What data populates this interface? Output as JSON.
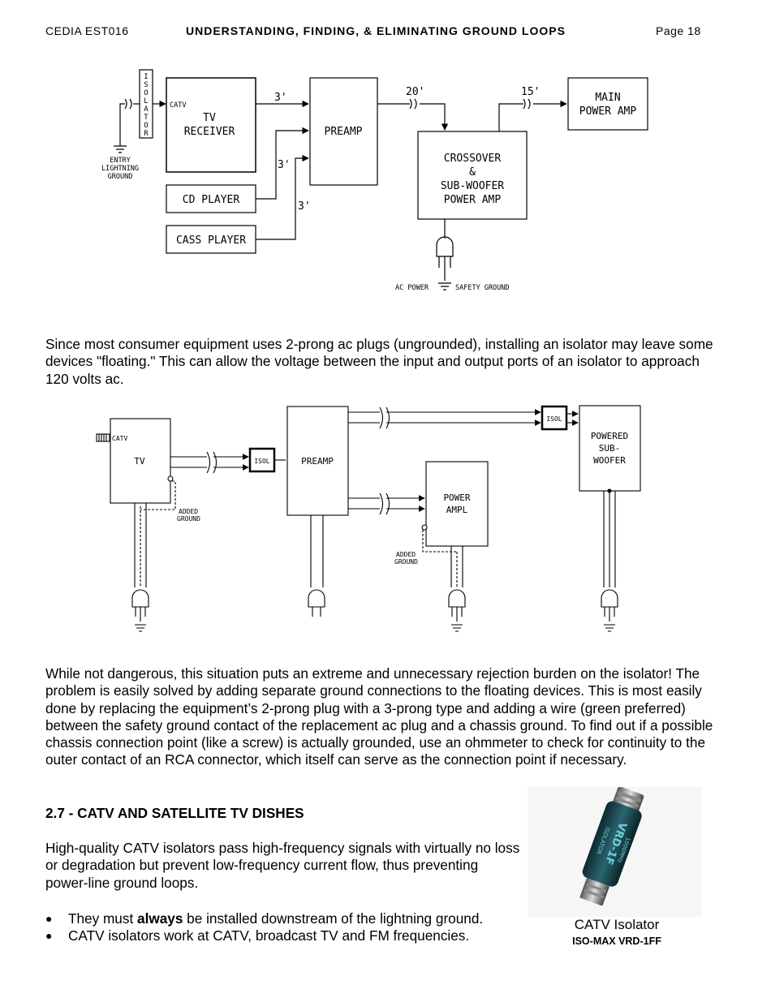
{
  "header": {
    "doc_id": "CEDIA EST016",
    "title": "UNDERSTANDING, FINDING, & ELIMINATING GROUND LOOPS",
    "page": "Page 18"
  },
  "diagram1": {
    "isolator": "ISOLATOR",
    "catv": "CATV",
    "tv_receiver_line1": "TV",
    "tv_receiver_line2": "RECEIVER",
    "preamp": "PREAMP",
    "main_amp_line1": "MAIN",
    "main_amp_line2": "POWER AMP",
    "crossover_line1": "CROSSOVER",
    "crossover_line2": "&",
    "crossover_line3": "SUB-WOOFER",
    "crossover_line4": "POWER AMP",
    "cd_player": "CD PLAYER",
    "cass_player": "CASS PLAYER",
    "len_tv_preamp": "3'",
    "len_cd": "3'",
    "len_cass": "3'",
    "len_preamp_crossover": "20'",
    "len_main": "15'",
    "entry_line1": "ENTRY",
    "entry_line2": "LIGHTNING",
    "entry_line3": "GROUND",
    "ac_power": "AC POWER",
    "safety_ground": "SAFETY GROUND"
  },
  "paragraph1": "Since most consumer equipment uses 2-prong ac plugs (ungrounded), installing an isolator may leave some devices \"floating.\" This can allow the voltage between the input and output ports of an isolator to approach 120 volts ac.",
  "diagram2": {
    "catv": "CATV",
    "tv": "TV",
    "isol_1": "ISOL",
    "isol_2": "ISOL",
    "preamp": "PREAMP",
    "powered_sub_line1": "POWERED",
    "powered_sub_line2": "SUB-",
    "powered_sub_line3": "WOOFER",
    "power_ampl_line1": "POWER",
    "power_ampl_line2": "AMPL",
    "added_ground_1_line1": "ADDED",
    "added_ground_1_line2": "GROUND",
    "added_ground_2_line1": "ADDED",
    "added_ground_2_line2": "GROUND"
  },
  "paragraph2": "While not dangerous, this situation puts an extreme and unnecessary rejection burden on the isolator! The problem is easily solved by adding separate ground connections to the floating devices. This is most easily done by replacing the equipment’s 2-prong plug with a 3-prong type and adding a wire (green preferred) between the safety ground contact of the replacement ac plug and a chassis ground. To find out if a possible chassis connection point (like a screw) is actually grounded, use an ohmmeter to check for continuity to the outer contact of an RCA connector, which itself can serve as the connection point if necessary.",
  "section_heading": "2.7 - CATV AND SATELLITE TV DISHES",
  "paragraph3": "High-quality CATV isolators pass high-frequency signals with virtually no loss or degradation but prevent low-frequency current flow, thus preventing power-line ground loops.",
  "bullets": [
    {
      "pre": "They must ",
      "bold": "always",
      "post": " be installed downstream of the lightning ground."
    },
    {
      "pre": "CATV isolators work at CATV, broadcast TV and FM frequencies.",
      "bold": "",
      "post": ""
    }
  ],
  "photo": {
    "label_line1": "VRD-1F",
    "label_line2": "ISOLATOR",
    "label_line3": "1000MHz",
    "caption_title": "CATV Isolator",
    "caption_sub": "ISO-MAX VRD-1FF"
  }
}
